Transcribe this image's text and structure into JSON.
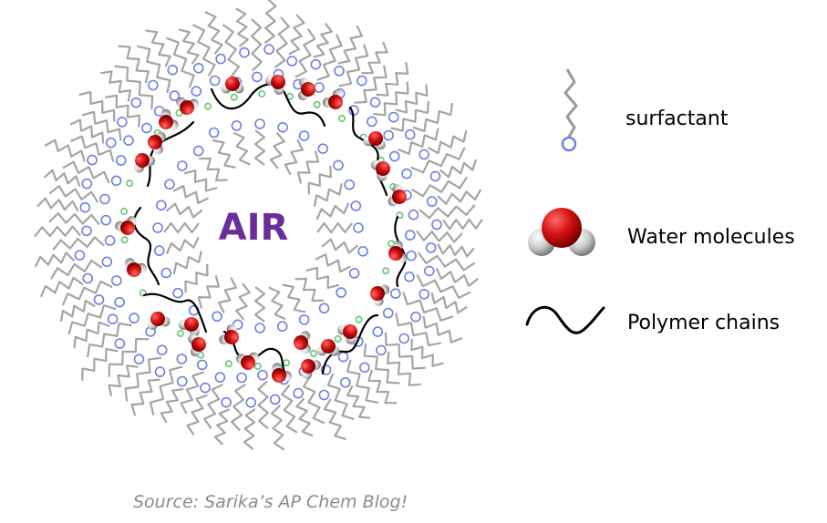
{
  "diagram": {
    "center_label": "AIR",
    "center_label_color": "#6a2d9a",
    "surfactant_tail_color": "#9a9a9a",
    "surfactant_head_color": "#6f7fe0",
    "small_green_color": "#5cc46a",
    "oxygen_color": "#cc1111",
    "hydrogen_color": "#c9c9c9",
    "polymer_color": "#000000"
  },
  "legend": {
    "surfactant": {
      "label": "surfactant",
      "icon": "surfactant-icon"
    },
    "water": {
      "label": "Water molecules",
      "icon": "water-molecule-icon"
    },
    "polymer": {
      "label": "Polymer chains",
      "icon": "polymer-chain-icon"
    }
  },
  "source": "Source: Sarika’s AP Chem Blog!"
}
